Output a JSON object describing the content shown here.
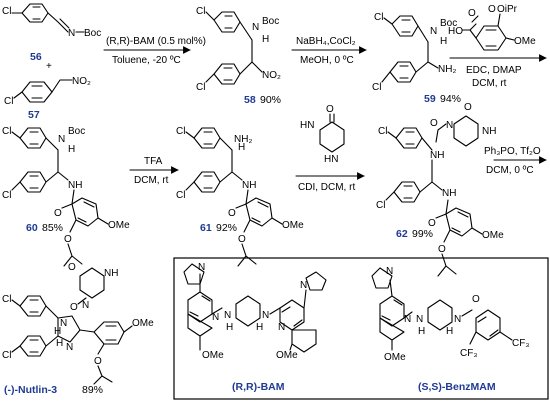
{
  "atoms": {
    "cl": "Cl",
    "n": "N",
    "boc": "Boc",
    "h": "H",
    "nh2": "NH₂",
    "no2": "NO₂",
    "nh": "NH",
    "o": "O",
    "hn": "HN",
    "ho": "HO",
    "oipr": "OiPr",
    "ome": "OMe",
    "cf3": "CF₃",
    "plus": "+"
  },
  "compounds": {
    "c56": "56",
    "c57": "57",
    "c58": "58",
    "y58": "90%",
    "c59": "59",
    "y59": "94%",
    "c60": "60",
    "y60": "85%",
    "c61": "61",
    "y61": "92%",
    "c62": "62",
    "y62": "99%",
    "nutlin": "(-)-Nutlin-3",
    "ynutlin": "89%"
  },
  "conditions": {
    "step1_a": "(R,R)-BAM (0.5 mol%)",
    "step1_b": "Toluene, -20 ºC",
    "step2_a": "NaBH₄,CoCl₂",
    "step2_b": "MeOH, 0 ºC",
    "step3_a": "EDC, DMAP",
    "step3_b": "DCM, rt",
    "step4_a": "TFA",
    "step4_b": "DCM, rt",
    "step5_a": "CDI, DCM, rt",
    "step6_a": "Ph₃PO, Tf₂O",
    "step6_b": "DCM, 0 ºC"
  },
  "catalysts": {
    "bam": "(R,R)-BAM",
    "benzmam": "(S,S)-BenzMAM"
  }
}
